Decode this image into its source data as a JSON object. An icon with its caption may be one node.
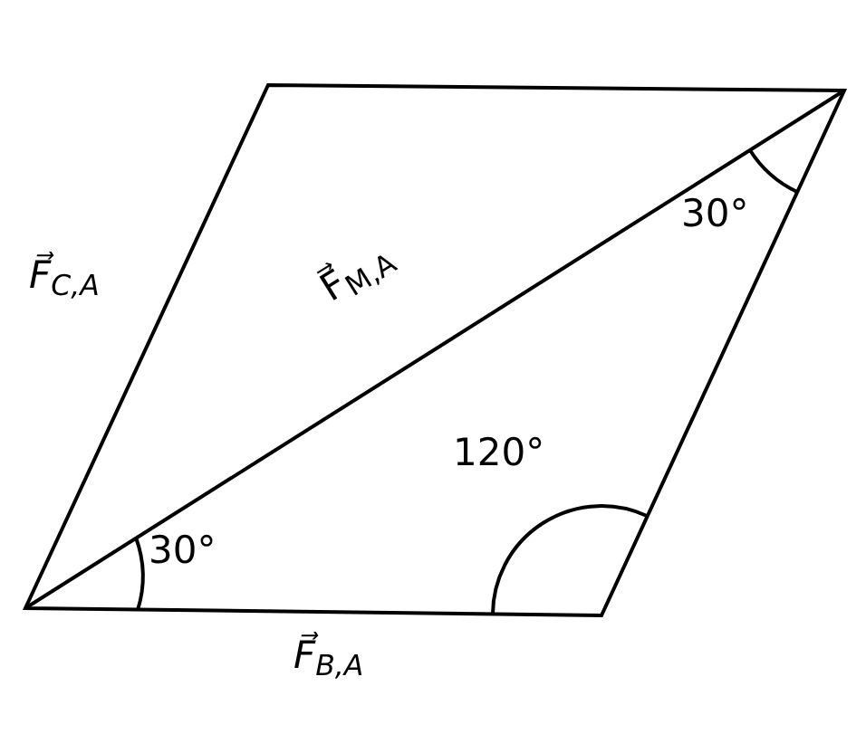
{
  "diagram": {
    "labels": [
      "F⃗$_{C,A}$",
      "F⃗$_{M,A}$",
      "30°",
      "120°",
      "30°",
      "F⃗$_{B,A}$"
    ]
  }
}
